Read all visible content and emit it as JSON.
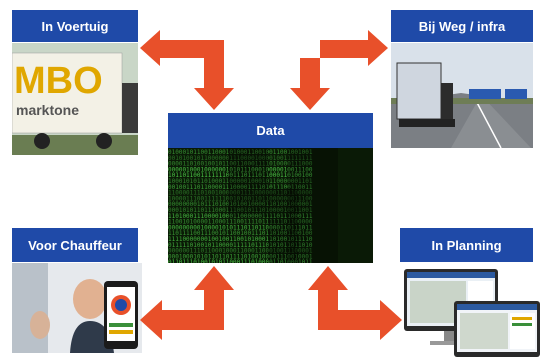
{
  "nodes": {
    "vehicle": {
      "title": "In Voertuig",
      "truck_brand": "MBO",
      "truck_sub": "marktone"
    },
    "road": {
      "title": "Bij Weg / infra"
    },
    "data": {
      "title": "Data"
    },
    "driver": {
      "title": "Voor Chauffeur"
    },
    "planning": {
      "title": "In Planning"
    }
  },
  "colors": {
    "header_blue": "#1f4aa8",
    "arrow_orange": "#e8502a",
    "matrix_green": "#4fd04a"
  },
  "icons": [
    "double-arrow-icon",
    "truck-photo",
    "highway-photo",
    "binary-data-image",
    "driver-phone-photo",
    "monitor-screens-image"
  ]
}
